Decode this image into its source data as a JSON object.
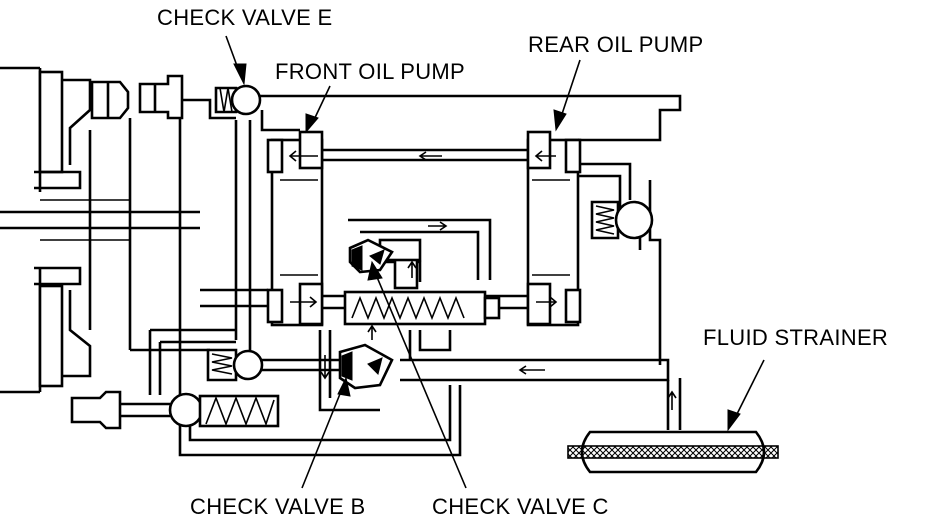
{
  "labels": {
    "check_valve_e": "CHECK VALVE E",
    "front_oil_pump": "FRONT OIL PUMP",
    "rear_oil_pump": "REAR OIL PUMP",
    "fluid_strainer": "FLUID STRAINER",
    "check_valve_b": "CHECK VALVE B",
    "check_valve_c": "CHECK VALVE C"
  },
  "colors": {
    "ink": "#000000",
    "paper": "#ffffff"
  }
}
